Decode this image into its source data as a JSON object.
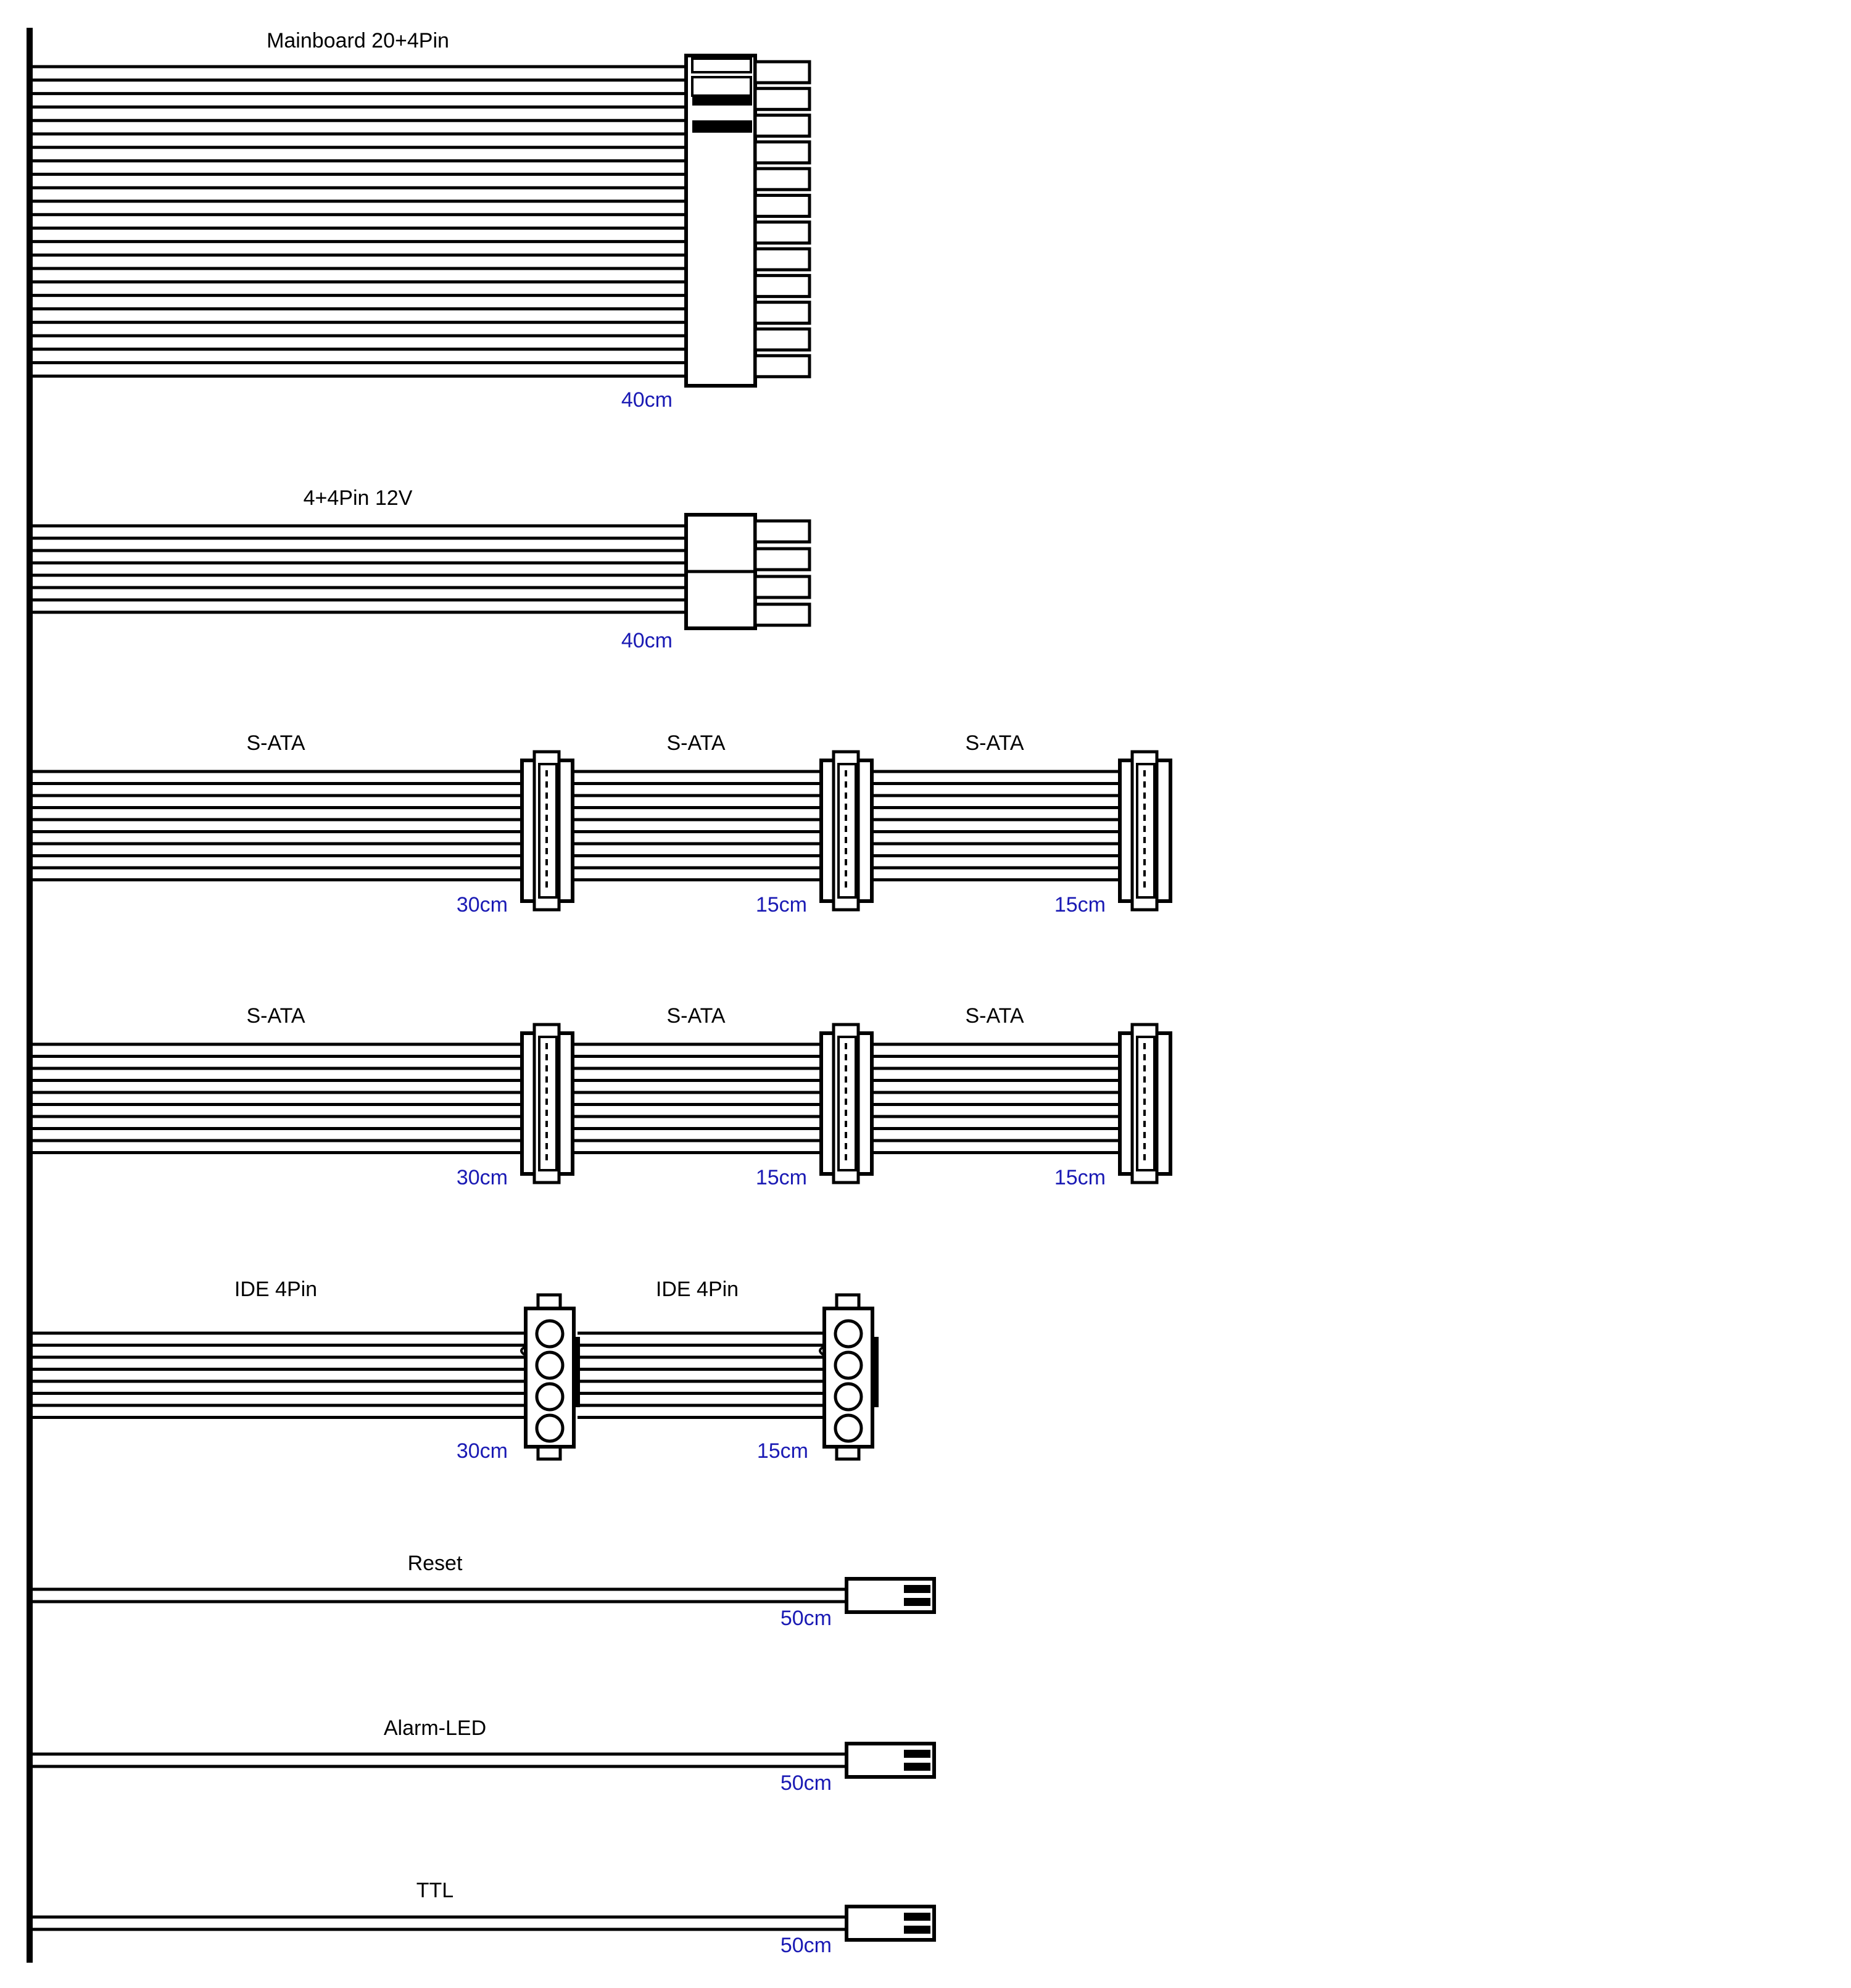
{
  "colors": {
    "line": "#000000",
    "length_text": "#1a1ab4",
    "fill": "#ffffff"
  },
  "cables": [
    {
      "id": "mainboard",
      "connector": "mainboard-24pin",
      "label": "Mainboard 20+4Pin",
      "length": "40cm"
    },
    {
      "id": "eps",
      "connector": "eps-8pin",
      "label": "4+4Pin 12V",
      "length": "40cm"
    },
    {
      "id": "sata1",
      "connector": "sata",
      "segments": [
        {
          "label": "S-ATA",
          "length": "30cm"
        },
        {
          "label": "S-ATA",
          "length": "15cm"
        },
        {
          "label": "S-ATA",
          "length": "15cm"
        }
      ]
    },
    {
      "id": "sata2",
      "connector": "sata",
      "segments": [
        {
          "label": "S-ATA",
          "length": "30cm"
        },
        {
          "label": "S-ATA",
          "length": "15cm"
        },
        {
          "label": "S-ATA",
          "length": "15cm"
        }
      ]
    },
    {
      "id": "ide",
      "connector": "molex-4pin",
      "segments": [
        {
          "label": "IDE 4Pin",
          "length": "30cm"
        },
        {
          "label": "IDE 4Pin",
          "length": "15cm"
        }
      ]
    },
    {
      "id": "reset",
      "connector": "2pin",
      "label": "Reset",
      "length": "50cm"
    },
    {
      "id": "alarm",
      "connector": "2pin",
      "label": "Alarm-LED",
      "length": "50cm"
    },
    {
      "id": "ttl",
      "connector": "2pin",
      "label": "TTL",
      "length": "50cm"
    }
  ]
}
